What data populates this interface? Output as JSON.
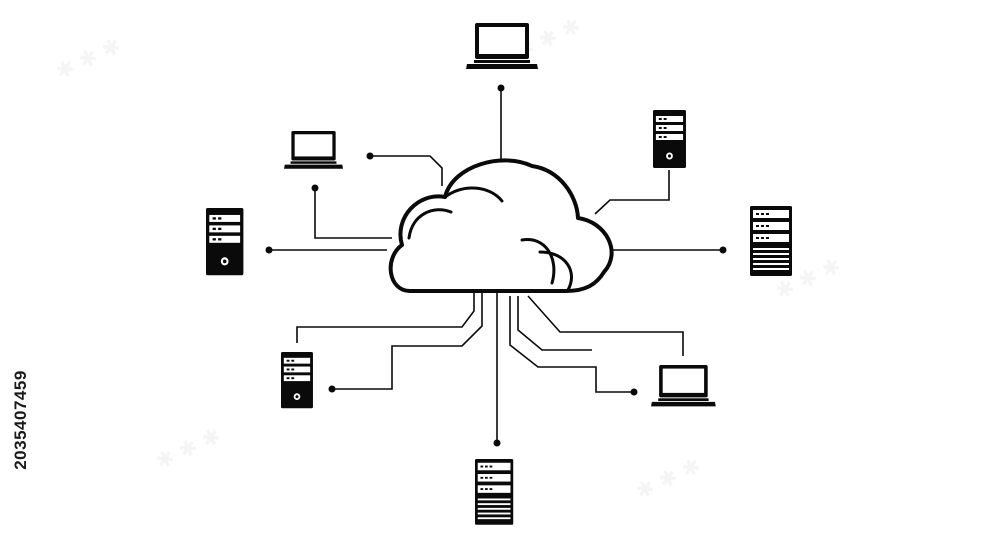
{
  "stock_id": "2035407459",
  "colors": {
    "ink": "#0a0a0a",
    "background": "#ffffff"
  },
  "diagram": {
    "hub": {
      "icon": "cloud-icon"
    },
    "devices": [
      {
        "id": "laptop-top",
        "icon": "laptop-icon"
      },
      {
        "id": "laptop-upper-left",
        "icon": "laptop-icon"
      },
      {
        "id": "server-upper-right",
        "icon": "server-tower-icon"
      },
      {
        "id": "server-left",
        "icon": "server-tower-icon"
      },
      {
        "id": "server-right",
        "icon": "server-rack-icon"
      },
      {
        "id": "server-lower-left",
        "icon": "server-tower-icon"
      },
      {
        "id": "laptop-lower-right",
        "icon": "laptop-icon"
      },
      {
        "id": "server-bottom",
        "icon": "server-rack-icon"
      }
    ]
  }
}
